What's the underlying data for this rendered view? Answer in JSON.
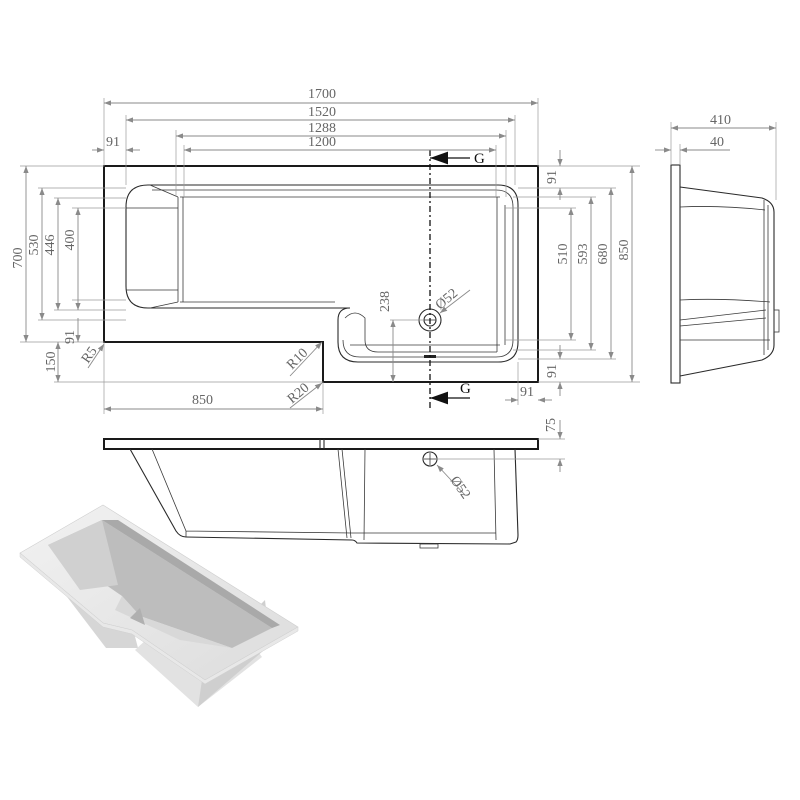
{
  "drawing": {
    "title": "L-shaped shower bath technical drawing",
    "units": "mm",
    "plan_view": {
      "top_dims": [
        "1700",
        "1520",
        "1288",
        "1200",
        "91"
      ],
      "left_dims": [
        "700",
        "530",
        "446",
        "400",
        "91",
        "150"
      ],
      "right_dims": [
        "91",
        "510",
        "593",
        "680",
        "850",
        "91"
      ],
      "bottom_dims": [
        "850",
        "91"
      ],
      "radii": [
        "R5",
        "R10",
        "R20"
      ],
      "waste_dia": "Ø52",
      "waste_offset": "238",
      "section_marker": "G"
    },
    "side_view": {
      "dims": [
        "410",
        "40"
      ]
    },
    "front_view": {
      "rim_height": "75",
      "waste_dia": "Ø52"
    },
    "render_3d": {
      "label": "3D render of L-shaped bath"
    }
  },
  "colors": {
    "line": "#1a1a1a",
    "dimension": "#8a8a8a",
    "text": "#666666",
    "render_fill": "#e6e6e6",
    "render_shade": "#b8b8b8"
  }
}
